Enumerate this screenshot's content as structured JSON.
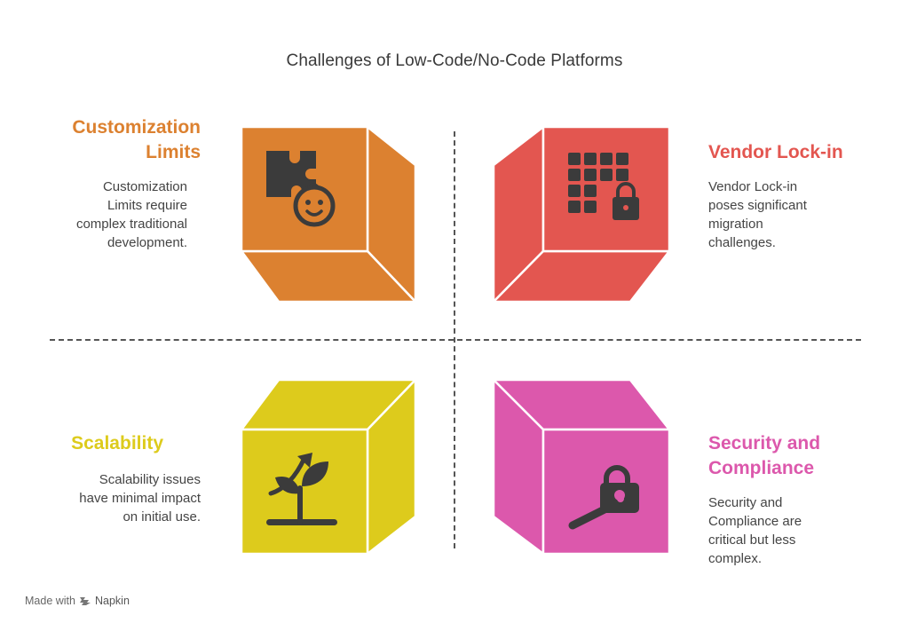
{
  "title": "Challenges of Low-Code/No-Code Platforms",
  "quadrants": [
    {
      "heading_line1": "Customization",
      "heading_line2": "Limits",
      "description": [
        "Customization",
        "Limits require",
        "complex traditional",
        "development."
      ],
      "color": "#DC8130",
      "icon": "puzzle-baby-icon"
    },
    {
      "heading": "Vendor Lock-in",
      "description": [
        "Vendor Lock-in",
        "poses significant",
        "migration",
        "challenges."
      ],
      "color": "#E35650",
      "icon": "grid-lock-icon"
    },
    {
      "heading": "Scalability",
      "description": [
        "Scalability issues",
        "have minimal impact",
        "on initial use."
      ],
      "color": "#DDCB1C",
      "icon": "plant-growth-icon"
    },
    {
      "heading_line1": "Security and",
      "heading_line2": "Compliance",
      "description": [
        "Security and",
        "Compliance are",
        "critical but less",
        "complex."
      ],
      "color": "#DC58AC",
      "icon": "unlocked-padlock-key-icon"
    }
  ],
  "footer": {
    "made_with": "Made with",
    "brand": "Napkin"
  }
}
